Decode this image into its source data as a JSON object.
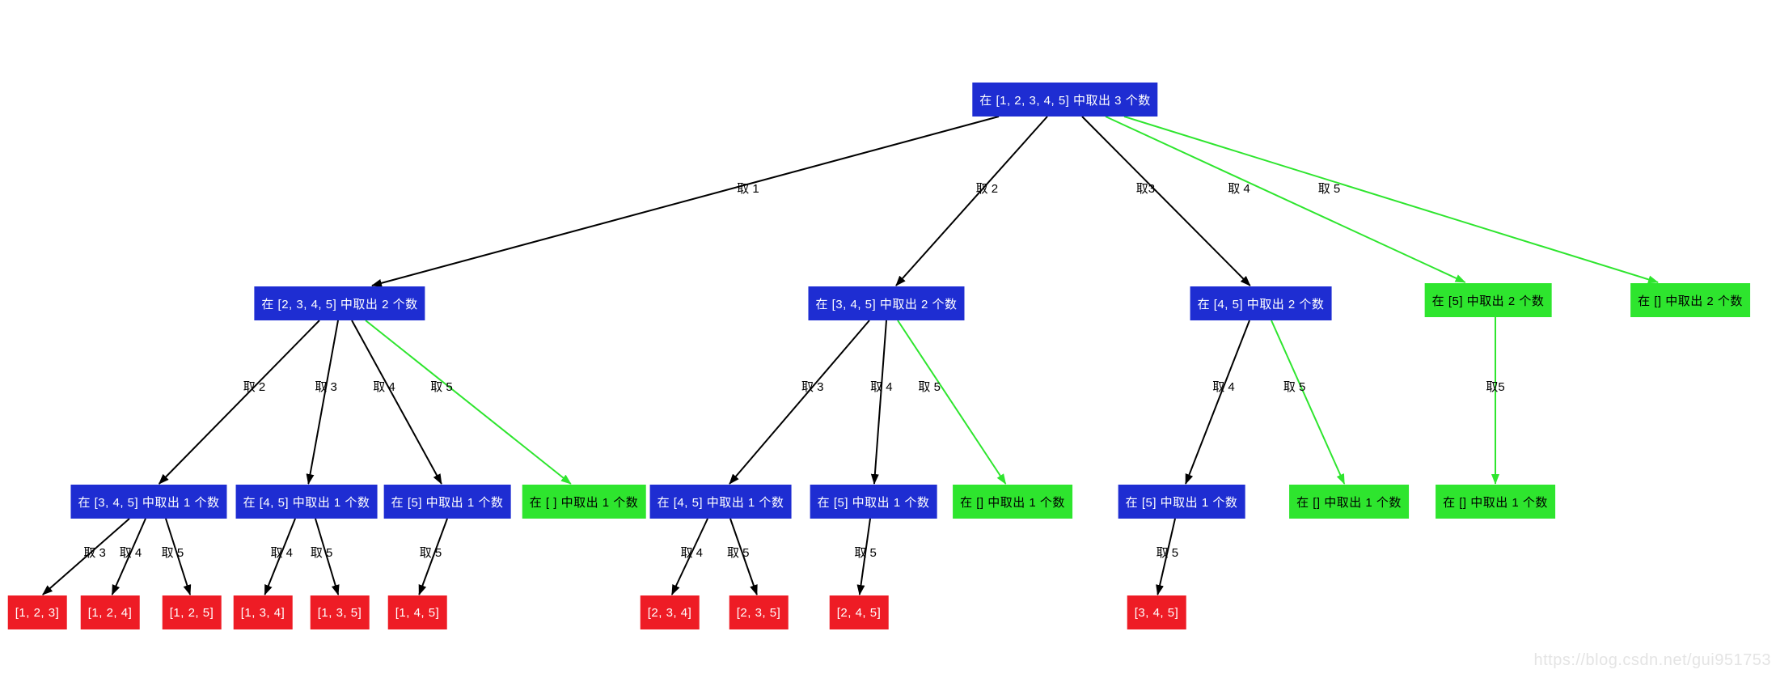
{
  "palette": {
    "node_blue": "#1e2dd2",
    "node_green": "#2ee52e",
    "node_red": "#ee1c25",
    "edge_black": "#000000",
    "edge_green": "#2ee52e",
    "watermark_gray": "#e4e4e4"
  },
  "watermark": "https://blog.csdn.net/gui951753",
  "tree": {
    "nodes": [
      {
        "id": "root",
        "label": "在 [1, 2, 3, 4, 5] 中取出 3 个数",
        "color": "blue"
      },
      {
        "id": "n21",
        "label": "在 [2, 3, 4, 5] 中取出 2 个数",
        "color": "blue"
      },
      {
        "id": "n22",
        "label": "在 [3, 4, 5] 中取出 2 个数",
        "color": "blue"
      },
      {
        "id": "n23",
        "label": "在 [4, 5] 中取出 2 个数",
        "color": "blue"
      },
      {
        "id": "n24",
        "label": "在 [5] 中取出 2 个数",
        "color": "green"
      },
      {
        "id": "n25",
        "label": "在 [] 中取出 2 个数",
        "color": "green"
      },
      {
        "id": "n31",
        "label": "在 [3, 4, 5] 中取出 1 个数",
        "color": "blue"
      },
      {
        "id": "n32",
        "label": "在 [4, 5] 中取出 1 个数",
        "color": "blue"
      },
      {
        "id": "n33",
        "label": "在 [5] 中取出 1 个数",
        "color": "blue"
      },
      {
        "id": "n34",
        "label": "在 [ ] 中取出 1 个数",
        "color": "green"
      },
      {
        "id": "n35",
        "label": "在 [4, 5] 中取出 1 个数",
        "color": "blue"
      },
      {
        "id": "n36",
        "label": "在 [5] 中取出 1 个数",
        "color": "blue"
      },
      {
        "id": "n37",
        "label": "在 [] 中取出 1 个数",
        "color": "green"
      },
      {
        "id": "n38",
        "label": "在 [5] 中取出 1 个数",
        "color": "blue"
      },
      {
        "id": "n39",
        "label": "在 [] 中取出 1 个数",
        "color": "green"
      },
      {
        "id": "n3a",
        "label": "在 [] 中取出 1 个数",
        "color": "green"
      },
      {
        "id": "r1",
        "label": "[1, 2, 3]",
        "color": "red"
      },
      {
        "id": "r2",
        "label": "[1, 2, 4]",
        "color": "red"
      },
      {
        "id": "r3",
        "label": "[1, 2, 5]",
        "color": "red"
      },
      {
        "id": "r4",
        "label": "[1, 3, 4]",
        "color": "red"
      },
      {
        "id": "r5",
        "label": "[1, 3, 5]",
        "color": "red"
      },
      {
        "id": "r6",
        "label": "[1, 4, 5]",
        "color": "red"
      },
      {
        "id": "r7",
        "label": "[2, 3, 4]",
        "color": "red"
      },
      {
        "id": "r8",
        "label": "[2, 3, 5]",
        "color": "red"
      },
      {
        "id": "r9",
        "label": "[2, 4, 5]",
        "color": "red"
      },
      {
        "id": "r10",
        "label": "[3, 4, 5]",
        "color": "red"
      }
    ],
    "edges": [
      {
        "from": "root",
        "to": "n21",
        "label": "取 1",
        "color": "black"
      },
      {
        "from": "root",
        "to": "n22",
        "label": "取 2",
        "color": "black"
      },
      {
        "from": "root",
        "to": "n23",
        "label": "取3",
        "color": "black"
      },
      {
        "from": "root",
        "to": "n24",
        "label": "取 4",
        "color": "green"
      },
      {
        "from": "root",
        "to": "n25",
        "label": "取 5",
        "color": "green"
      },
      {
        "from": "n21",
        "to": "n31",
        "label": "取 2",
        "color": "black"
      },
      {
        "from": "n21",
        "to": "n32",
        "label": "取 3",
        "color": "black"
      },
      {
        "from": "n21",
        "to": "n33",
        "label": "取 4",
        "color": "black"
      },
      {
        "from": "n21",
        "to": "n34",
        "label": "取 5",
        "color": "green"
      },
      {
        "from": "n22",
        "to": "n35",
        "label": "取 3",
        "color": "black"
      },
      {
        "from": "n22",
        "to": "n36",
        "label": "取 4",
        "color": "black"
      },
      {
        "from": "n22",
        "to": "n37",
        "label": "取 5",
        "color": "green"
      },
      {
        "from": "n23",
        "to": "n38",
        "label": "取 4",
        "color": "black"
      },
      {
        "from": "n23",
        "to": "n39",
        "label": "取 5",
        "color": "green"
      },
      {
        "from": "n24",
        "to": "n3a",
        "label": "取5",
        "color": "green"
      },
      {
        "from": "n31",
        "to": "r1",
        "label": "取 3",
        "color": "black"
      },
      {
        "from": "n31",
        "to": "r2",
        "label": "取 4",
        "color": "black"
      },
      {
        "from": "n31",
        "to": "r3",
        "label": "取 5",
        "color": "black"
      },
      {
        "from": "n32",
        "to": "r4",
        "label": "取 4",
        "color": "black"
      },
      {
        "from": "n32",
        "to": "r5",
        "label": "取 5",
        "color": "black"
      },
      {
        "from": "n33",
        "to": "r6",
        "label": "取 5",
        "color": "black"
      },
      {
        "from": "n35",
        "to": "r7",
        "label": "取 4",
        "color": "black"
      },
      {
        "from": "n35",
        "to": "r8",
        "label": "取 5",
        "color": "black"
      },
      {
        "from": "n36",
        "to": "r9",
        "label": "取 5",
        "color": "black"
      },
      {
        "from": "n38",
        "to": "r10",
        "label": "取 5",
        "color": "black"
      }
    ]
  }
}
